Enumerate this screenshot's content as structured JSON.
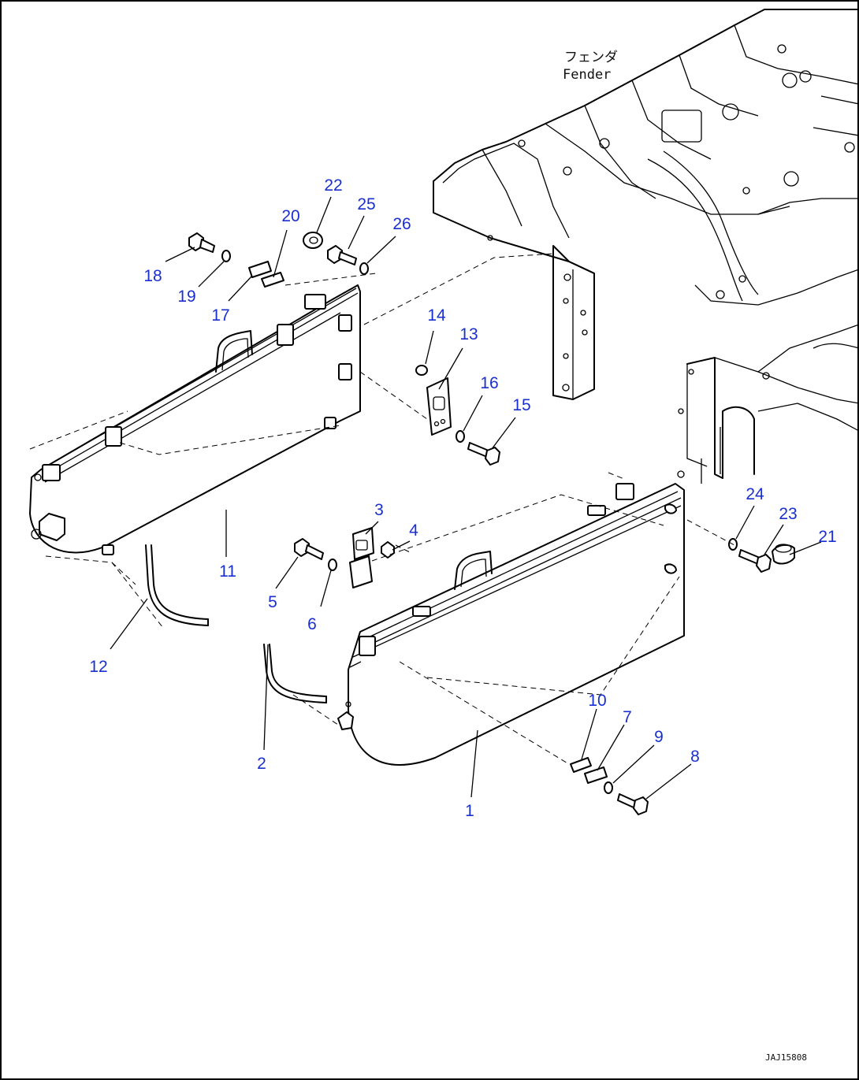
{
  "fender_label": {
    "japanese": "フェンダ",
    "english": "Fender"
  },
  "figure_id": "JAJ15808",
  "callout_color": "#1a2fd0",
  "callouts": [
    {
      "id": "c1",
      "text": "1"
    },
    {
      "id": "c2",
      "text": "2"
    },
    {
      "id": "c3",
      "text": "3"
    },
    {
      "id": "c4",
      "text": "4"
    },
    {
      "id": "c5",
      "text": "5"
    },
    {
      "id": "c6",
      "text": "6"
    },
    {
      "id": "c7",
      "text": "7"
    },
    {
      "id": "c8",
      "text": "8"
    },
    {
      "id": "c9",
      "text": "9"
    },
    {
      "id": "c10",
      "text": "10"
    },
    {
      "id": "c11",
      "text": "11"
    },
    {
      "id": "c12",
      "text": "12"
    },
    {
      "id": "c13",
      "text": "13"
    },
    {
      "id": "c14",
      "text": "14"
    },
    {
      "id": "c15",
      "text": "15"
    },
    {
      "id": "c16",
      "text": "16"
    },
    {
      "id": "c17",
      "text": "17"
    },
    {
      "id": "c18",
      "text": "18"
    },
    {
      "id": "c19",
      "text": "19"
    },
    {
      "id": "c20",
      "text": "20"
    },
    {
      "id": "c21",
      "text": "21"
    },
    {
      "id": "c22",
      "text": "22"
    },
    {
      "id": "c23",
      "text": "23"
    },
    {
      "id": "c24",
      "text": "24"
    },
    {
      "id": "c25",
      "text": "25"
    },
    {
      "id": "c26",
      "text": "26"
    }
  ]
}
